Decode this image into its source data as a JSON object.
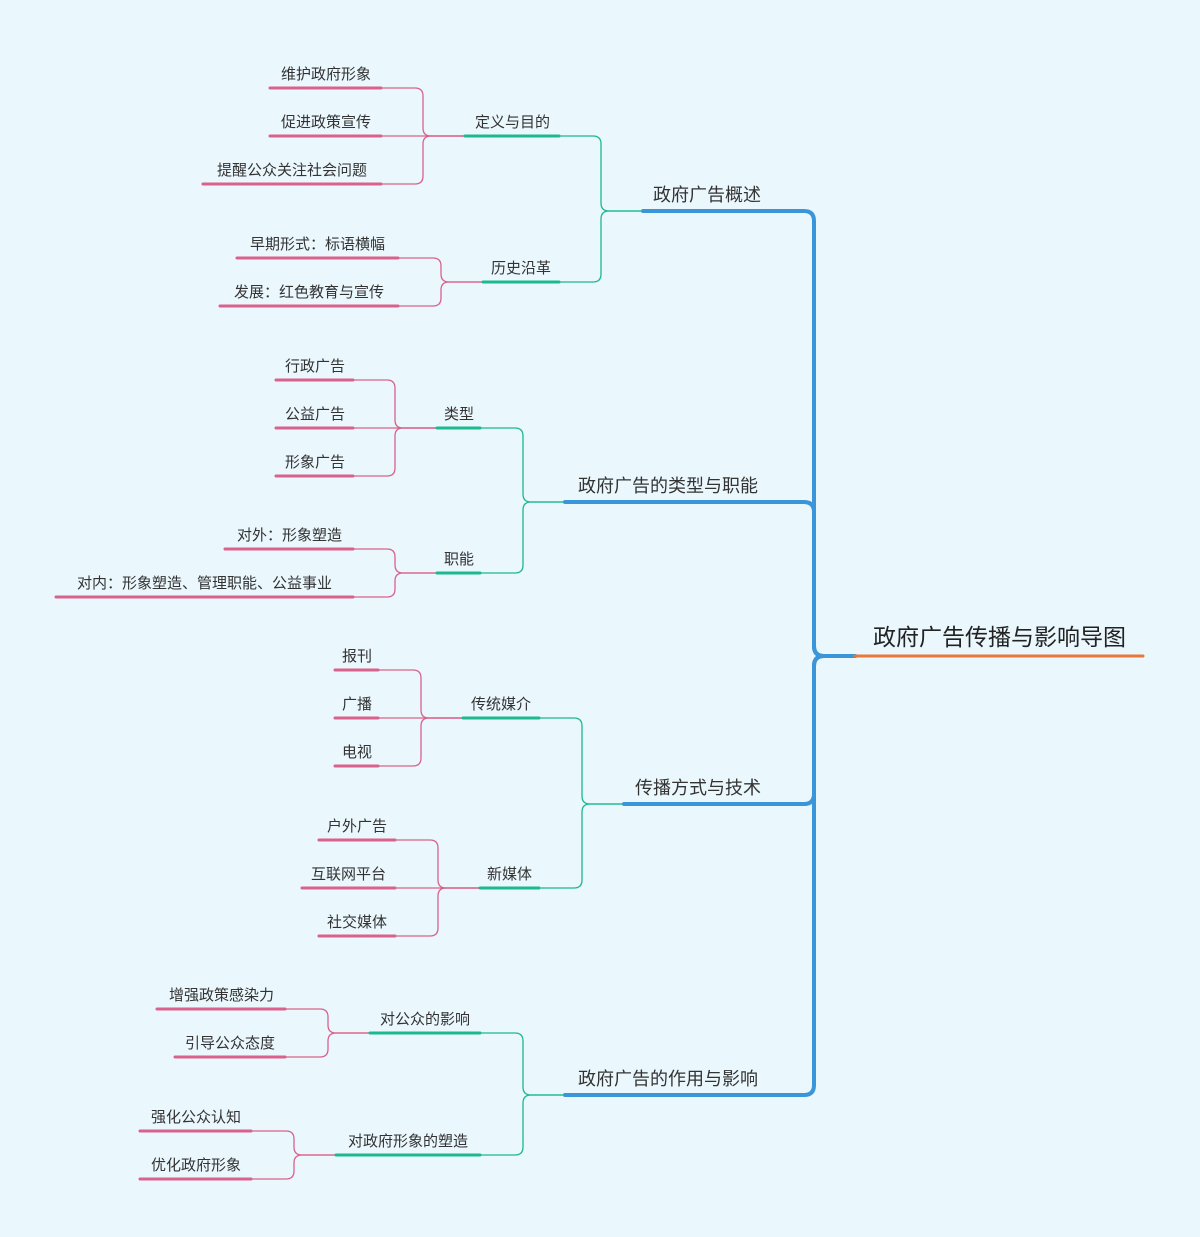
{
  "colors": {
    "background": "#eaf7fd",
    "root_underline": "#e8773a",
    "level1": "#3a96d8",
    "level2": "#1cb98e",
    "level3": "#d9628d"
  },
  "mindmap": {
    "root": "政府广告传播与影响导图",
    "branches": [
      {
        "label": "政府广告概述",
        "children": [
          {
            "label": "定义与目的",
            "children": [
              "维护政府形象",
              "促进政策宣传",
              "提醒公众关注社会问题"
            ]
          },
          {
            "label": "历史沿革",
            "children": [
              "早期形式：标语横幅",
              "发展：红色教育与宣传"
            ]
          }
        ]
      },
      {
        "label": "政府广告的类型与职能",
        "children": [
          {
            "label": "类型",
            "children": [
              "行政广告",
              "公益广告",
              "形象广告"
            ]
          },
          {
            "label": "职能",
            "children": [
              "对外：形象塑造",
              "对内：形象塑造、管理职能、公益事业"
            ]
          }
        ]
      },
      {
        "label": "传播方式与技术",
        "children": [
          {
            "label": "传统媒介",
            "children": [
              "报刊",
              "广播",
              "电视"
            ]
          },
          {
            "label": "新媒体",
            "children": [
              "户外广告",
              "互联网平台",
              "社交媒体"
            ]
          }
        ]
      },
      {
        "label": "政府广告的作用与影响",
        "children": [
          {
            "label": "对公众的影响",
            "children": [
              "增强政策感染力",
              "引导公众态度"
            ]
          },
          {
            "label": "对政府形象的塑造",
            "children": [
              "强化公众认知",
              "优化政府形象"
            ]
          }
        ]
      }
    ]
  }
}
